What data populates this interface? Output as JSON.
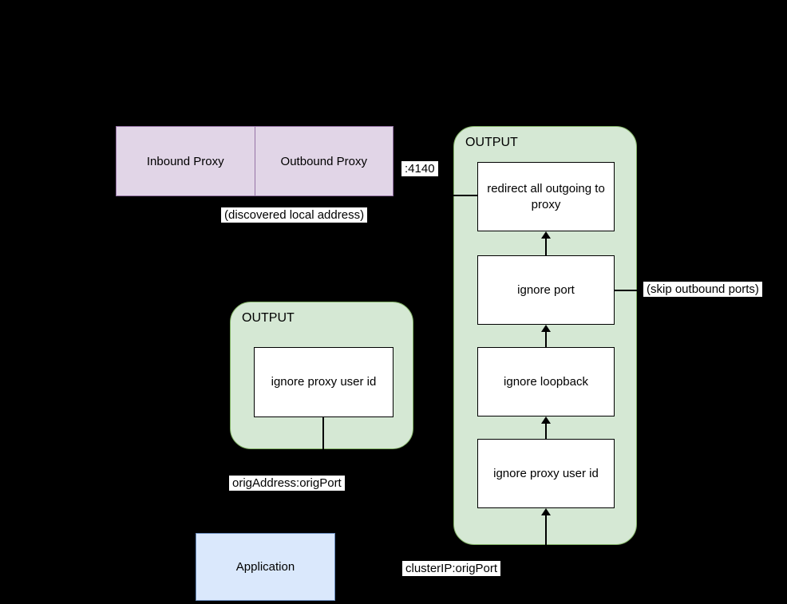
{
  "diagram": {
    "proxy": {
      "inbound_label": "Inbound Proxy",
      "outbound_label": "Outbound Proxy",
      "port_label": ":4140",
      "caption": "(discovered local address)"
    },
    "output_small": {
      "title": "OUTPUT",
      "rules": [
        "ignore proxy user id"
      ],
      "caption": "origAddress:origPort"
    },
    "output_large": {
      "title": "OUTPUT",
      "rules": [
        "redirect all outgoing to proxy",
        "ignore port",
        "ignore loopback",
        "ignore proxy user id"
      ],
      "side_label": "(skip outbound ports)",
      "caption": "clusterIP:origPort"
    },
    "application": {
      "label": "Application"
    },
    "colors": {
      "background": "#000000",
      "proxy_fill": "#e1d5e7",
      "proxy_border": "#9673a6",
      "output_fill": "#d5e8d4",
      "output_border": "#82b366",
      "app_fill": "#dae8fc",
      "app_border": "#6c8ebf",
      "rule_fill": "#ffffff",
      "line": "#000000"
    }
  }
}
